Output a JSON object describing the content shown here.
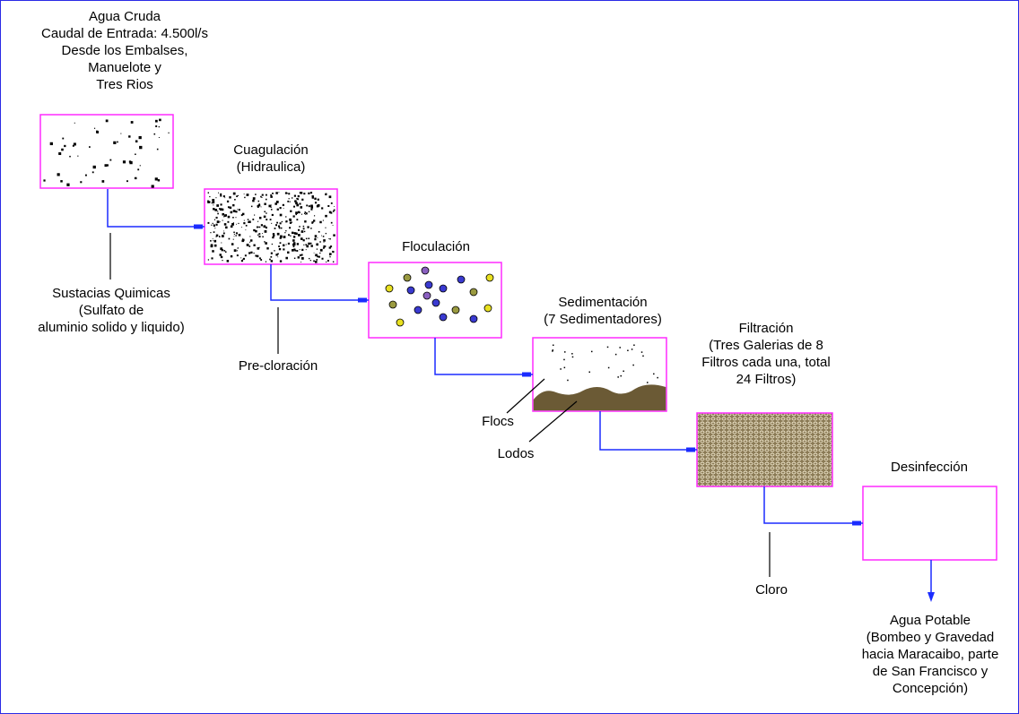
{
  "colors": {
    "flow_line": "#1b2cff",
    "box_border": "#ff2bff",
    "leader_line": "#000000",
    "sludge": "#6b5a35",
    "filter_fill": "#8a7a55",
    "floc_yellow": "#e8e020",
    "floc_blue": "#3a3ad0",
    "floc_olive": "#9a9a40",
    "floc_purple": "#8a60c0",
    "frame": "#2a2ae6"
  },
  "stages": {
    "raw_water": {
      "lines": [
        "Agua Cruda",
        "Caudal de Entrada: 4.500l/s",
        "Desde los Embalses,",
        "Manuelote y",
        "Tres Rios"
      ]
    },
    "coagulation": {
      "lines": [
        "Cuagulación",
        "(Hidraulica)"
      ]
    },
    "flocculation": {
      "lines": [
        "Floculación"
      ]
    },
    "sedimentation": {
      "lines": [
        "Sedimentación",
        "(7 Sedimentadores)"
      ]
    },
    "filtration": {
      "lines": [
        "Filtración",
        "(Tres Galerias de 8",
        "Filtros cada una, total",
        "24 Filtros)"
      ]
    },
    "disinfection": {
      "lines": [
        "Desinfección"
      ]
    }
  },
  "inputs": {
    "chemicals": {
      "lines": [
        "Sustacias Quimicas",
        "(Sulfato de",
        "aluminio solido y liquido)"
      ]
    },
    "prechlorination": {
      "lines": [
        "Pre-cloración"
      ]
    },
    "chlorine": {
      "lines": [
        "Cloro"
      ]
    }
  },
  "sediment_labels": {
    "flocs": "Flocs",
    "sludge": "Lodos"
  },
  "output": {
    "lines": [
      "Agua Potable",
      "(Bombeo y Gravedad",
      "hacia Maracaibo, parte",
      "de San Francisco y",
      "Concepción)"
    ]
  }
}
